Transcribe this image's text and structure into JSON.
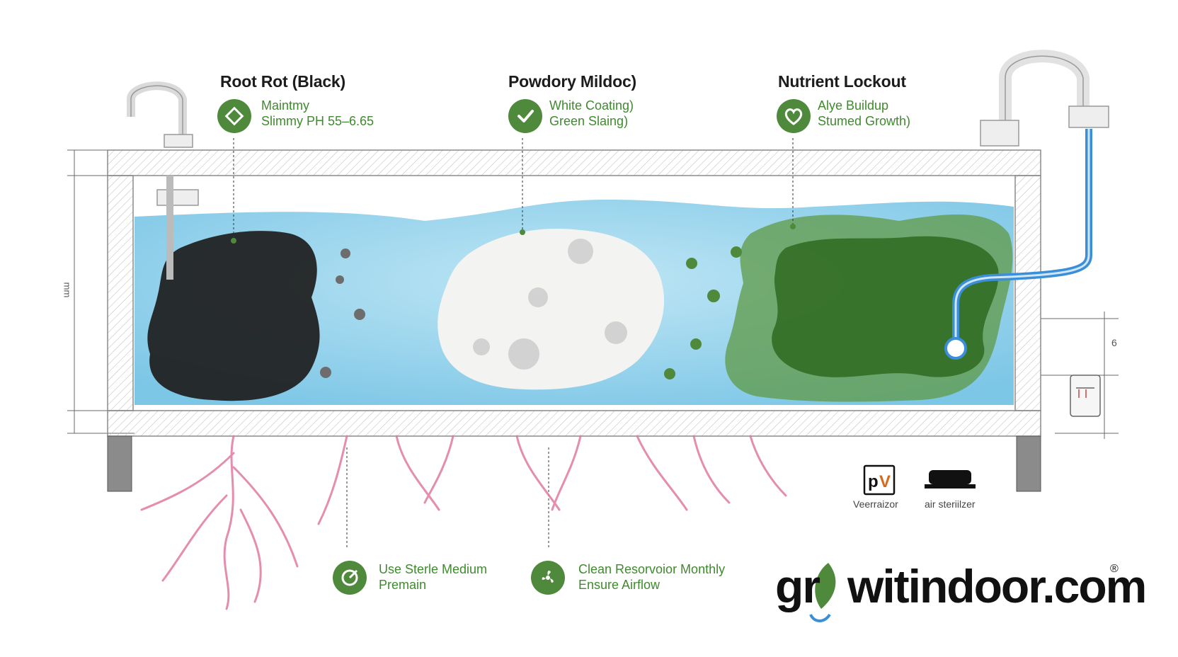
{
  "problems": [
    {
      "title": "Root Rot (Black)",
      "lines": [
        "Maintmy",
        "Slimmy PH 55–6.65"
      ],
      "icon": "diamond-icon",
      "color": "#1e1e1e"
    },
    {
      "title": "Powdory Mildoc)",
      "lines": [
        "White Coating)",
        "Green Slaing)"
      ],
      "icon": "check-icon",
      "color": "#f3f3f1"
    },
    {
      "title": "Nutrient Lockout",
      "lines": [
        "Alye Buildup",
        "Stumed Growth)"
      ],
      "icon": "heart-leaf-icon",
      "color": "#3f7a2a"
    }
  ],
  "tips": [
    {
      "lines": [
        "Use Sterle Medium",
        "Premain"
      ],
      "icon": "medium-icon"
    },
    {
      "lines": [
        "Clean Resorvoior Monthly",
        "Ensure Airflow"
      ],
      "icon": "fan-icon"
    }
  ],
  "equipment": [
    {
      "label": "Veerraizor",
      "icon": "pv-meter-icon"
    },
    {
      "label": "air steriilzer",
      "icon": "air-sterilizer-icon"
    }
  ],
  "side_label": "mm",
  "right_mark": "6",
  "brand": {
    "prefix": "gr",
    "suffix": "witindoor.com",
    "reg": "®"
  },
  "colors": {
    "water": "#8fd0ea",
    "accent_green": "#4f8a3c",
    "root_pink": "#e07aa0",
    "pipe_blue": "#3a8fd8"
  }
}
